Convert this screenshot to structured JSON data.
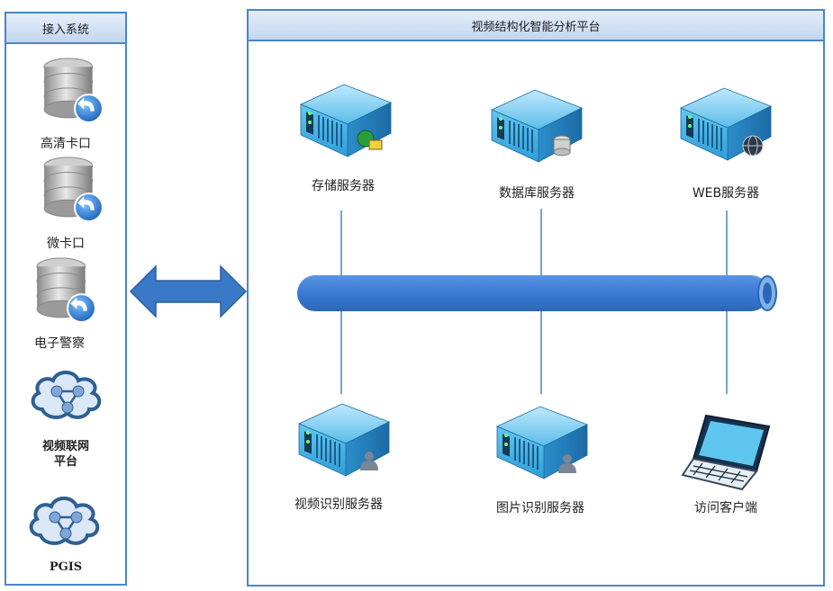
{
  "left_panel": {
    "title": "接入系统",
    "items": [
      {
        "label": "高清卡口",
        "icon": "database-icon"
      },
      {
        "label": "微卡口",
        "icon": "database-icon"
      },
      {
        "label": "电子警察",
        "icon": "database-icon"
      },
      {
        "label_line1": "视频联网",
        "label_line2": "平台",
        "icon": "network-cloud-icon"
      },
      {
        "label": "PGIS",
        "icon": "network-cloud-icon"
      }
    ]
  },
  "right_panel": {
    "title": "视频结构化智能分析平台",
    "top_servers": [
      {
        "label": "存储服务器",
        "icon": "storage-server-icon"
      },
      {
        "label": "数据库服务器",
        "icon": "database-server-icon"
      },
      {
        "label": "WEB服务器",
        "icon": "web-server-icon"
      }
    ],
    "bottom_servers": [
      {
        "label": "视频识别服务器",
        "icon": "video-recognition-server-icon"
      },
      {
        "label": "图片识别服务器",
        "icon": "image-recognition-server-icon"
      },
      {
        "label": "访问客户端",
        "icon": "laptop-icon"
      }
    ]
  },
  "colors": {
    "panel_border": "#4a86c5",
    "bus": "#3a7bd5",
    "arrow": "#3a78c8",
    "server": "#3aa8e0"
  }
}
